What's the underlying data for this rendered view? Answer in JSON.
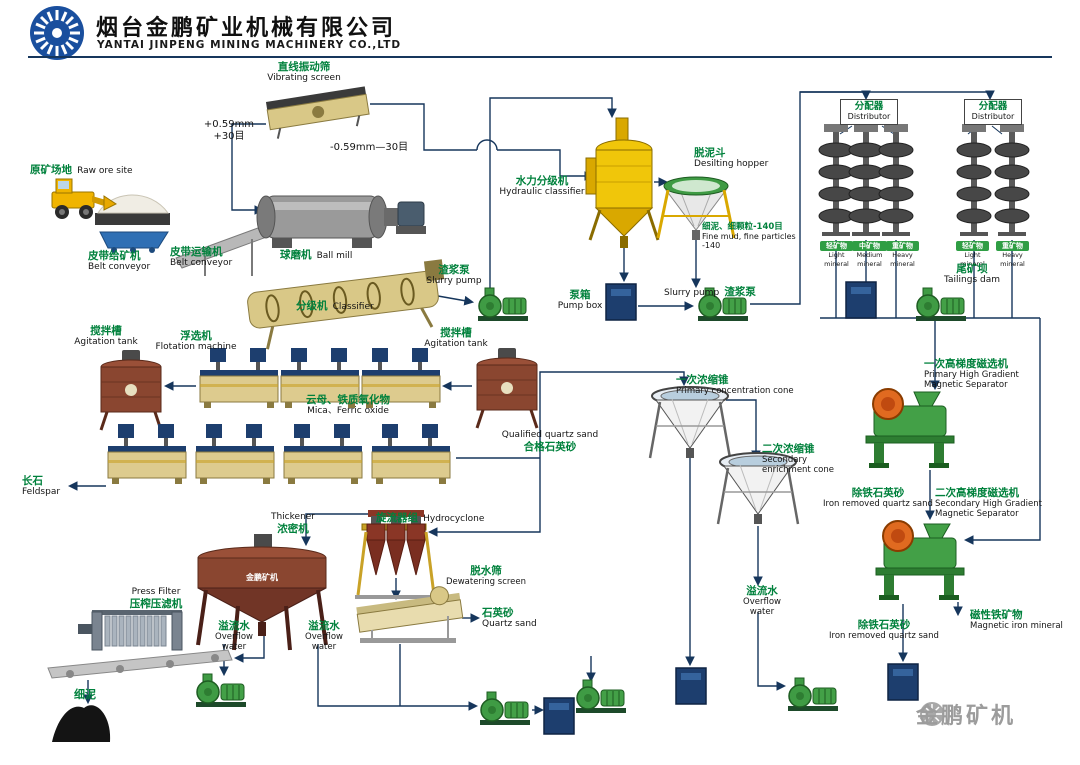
{
  "header": {
    "company_cn": "烟台金鹏矿业机械有限公司",
    "company_en": "YANTAI JINPENG MINING MACHINERY CO.,LTD"
  },
  "watermark": {
    "text": "金鹏矿机"
  },
  "labels": {
    "vibrating_screen_cn": "直线振动筛",
    "vibrating_screen_en": "Vibrating screen",
    "plus_mesh_1": "+0.59mm",
    "plus_mesh_2": "+30目",
    "minus_mesh": "-0.59mm—30目",
    "raw_ore_cn": "原矿场地",
    "raw_ore_en": "Raw ore site",
    "belt_feeder_cn": "皮带给矿机",
    "belt_feeder_en": "Belt conveyor",
    "belt_conveyor_cn": "皮带运输机",
    "belt_conveyor_en": "Belt conveyor",
    "ball_mill_cn": "球磨机",
    "ball_mill_en": "Ball mill",
    "classifier_cn": "分级机",
    "classifier_en": "Classifier",
    "slurry_pump_cn": "渣浆泵",
    "slurry_pump_en": "Slurry pump",
    "hydraulic_classifier_cn": "水力分级机",
    "hydraulic_classifier_en": "Hydraulic classifier",
    "desilting_hopper_cn": "脱泥斗",
    "desilting_hopper_en": "Desilting hopper",
    "fine_particles_cn": "细泥、细颗粒-140目",
    "fine_particles_en": "Fine mud, fine particles",
    "fine_particles_mesh": "-140",
    "pump_box_cn": "泵箱",
    "pump_box_en": "Pump box",
    "distributor_cn": "分配器",
    "distributor_en": "Distributor",
    "light_mineral_cn": "轻矿物",
    "light_mineral_en": "Light mineral",
    "medium_mineral_cn": "中矿物",
    "medium_mineral_en": "Medium mineral",
    "heavy_mineral_cn": "重矿物",
    "heavy_mineral_en": "Heavy mineral",
    "tailings_dam_cn": "尾矿坝",
    "tailings_dam_en": "Tailings dam",
    "agitation_tank_cn": "搅拌槽",
    "agitation_tank_en": "Agitation tank",
    "flotation_cn": "浮选机",
    "flotation_en": "Flotation machine",
    "mica_cn": "云母、铁质氧化物",
    "mica_en": "Mica、Ferric oxide",
    "qualified_en": "Qualified quartz sand",
    "qualified_cn": "合格石英砂",
    "feldspar_cn": "长石",
    "feldspar_en": "Feldspar",
    "cone1_cn": "一次浓缩锥",
    "cone1_en": "Primary concentration cone",
    "cone2_cn": "二次浓缩锥",
    "cone2_en": "Secondary enrichment cone",
    "magsep1_cn": "一次高梯度磁选机",
    "magsep1_en1": "Primary High Gradient",
    "magsep1_en2": "Magnetic Separator",
    "iron_removed_cn": "除铁石英砂",
    "iron_removed_en": "Iron removed quartz sand",
    "magsep2_cn": "二次高梯度磁选机",
    "magsep2_en1": "Secondary High Gradient",
    "magsep2_en2": "Magnetic Separator",
    "magnetic_iron_cn": "磁性铁矿物",
    "magnetic_iron_en": "Magnetic iron mineral",
    "thickener_en": "Thickener",
    "thickener_cn": "浓密机",
    "hydrocyclone_cn": "旋流器组",
    "hydrocyclone_en": "Hydrocyclone",
    "dewatering_cn": "脱水筛",
    "dewatering_en": "Dewatering screen",
    "quartz_sand_cn": "石英砂",
    "quartz_sand_en": "Quartz sand",
    "press_filter_en": "Press Filter",
    "press_filter_cn": "压榨压滤机",
    "overflow_cn": "溢流水",
    "overflow_en": "Overflow water",
    "fine_mud_cn": "细泥",
    "thickener_brand": "金鹏矿机"
  },
  "colors": {
    "label_green": "#00813c",
    "line_navy": "#16365c",
    "badge_green": "#2f9e44",
    "equipment_yellow": "#f0c60a",
    "equipment_green": "#43a047",
    "equipment_tan": "#d9c887"
  }
}
